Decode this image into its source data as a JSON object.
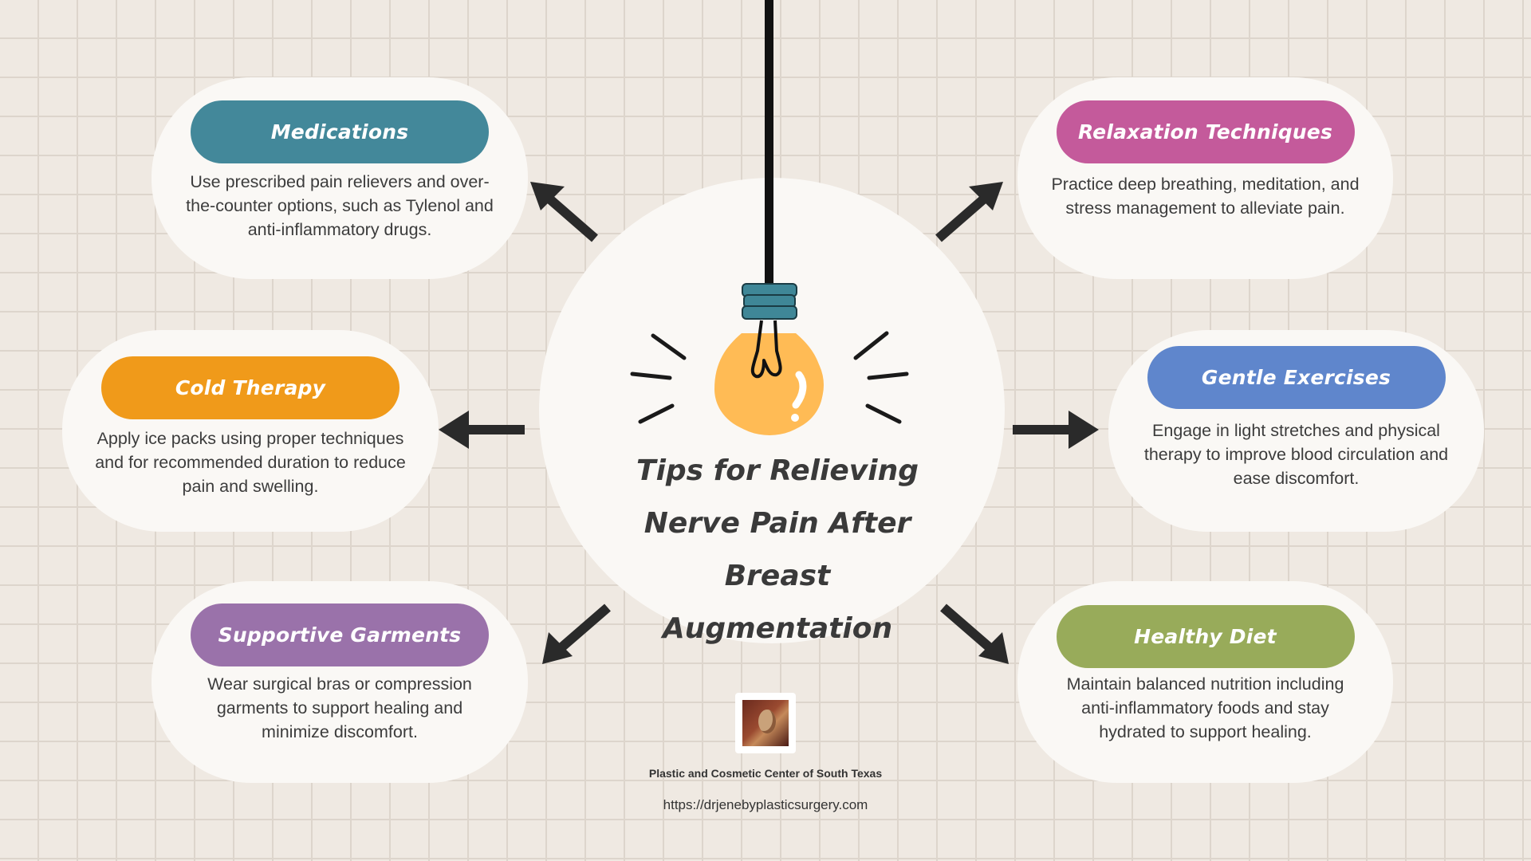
{
  "title": "Tips for Relieving Nerve Pain After Breast Augmentation",
  "colors": {
    "medications": "#43889a",
    "relaxation": "#c45a9b",
    "cold": "#f09a1a",
    "exercises": "#5f86cc",
    "garments": "#9a72aa",
    "diet": "#98ab5a",
    "bulb": "#ffbb55",
    "socket": "#3f8797"
  },
  "cards": {
    "medications": {
      "label": "Medications",
      "text": "Use prescribed pain relievers and over-the-counter options, such as Tylenol and anti-inflammatory drugs."
    },
    "relaxation": {
      "label": "Relaxation Techniques",
      "text": "Practice deep breathing, meditation, and stress management to alleviate pain."
    },
    "cold": {
      "label": "Cold Therapy",
      "text": "Apply ice packs using proper techniques and for recommended duration to reduce pain and swelling."
    },
    "exercises": {
      "label": "Gentle Exercises",
      "text": "Engage in light stretches and physical therapy to improve blood circulation and ease discomfort."
    },
    "garments": {
      "label": "Supportive Garments",
      "text": "Wear surgical bras or compression garments to support healing and minimize discomfort."
    },
    "diet": {
      "label": "Healthy Diet",
      "text": "Maintain balanced nutrition including anti-inflammatory foods and stay hydrated to support healing."
    }
  },
  "footer": {
    "name": "Plastic and Cosmetic Center of South Texas",
    "url": "https://drjenebyplasticsurgery.com"
  }
}
